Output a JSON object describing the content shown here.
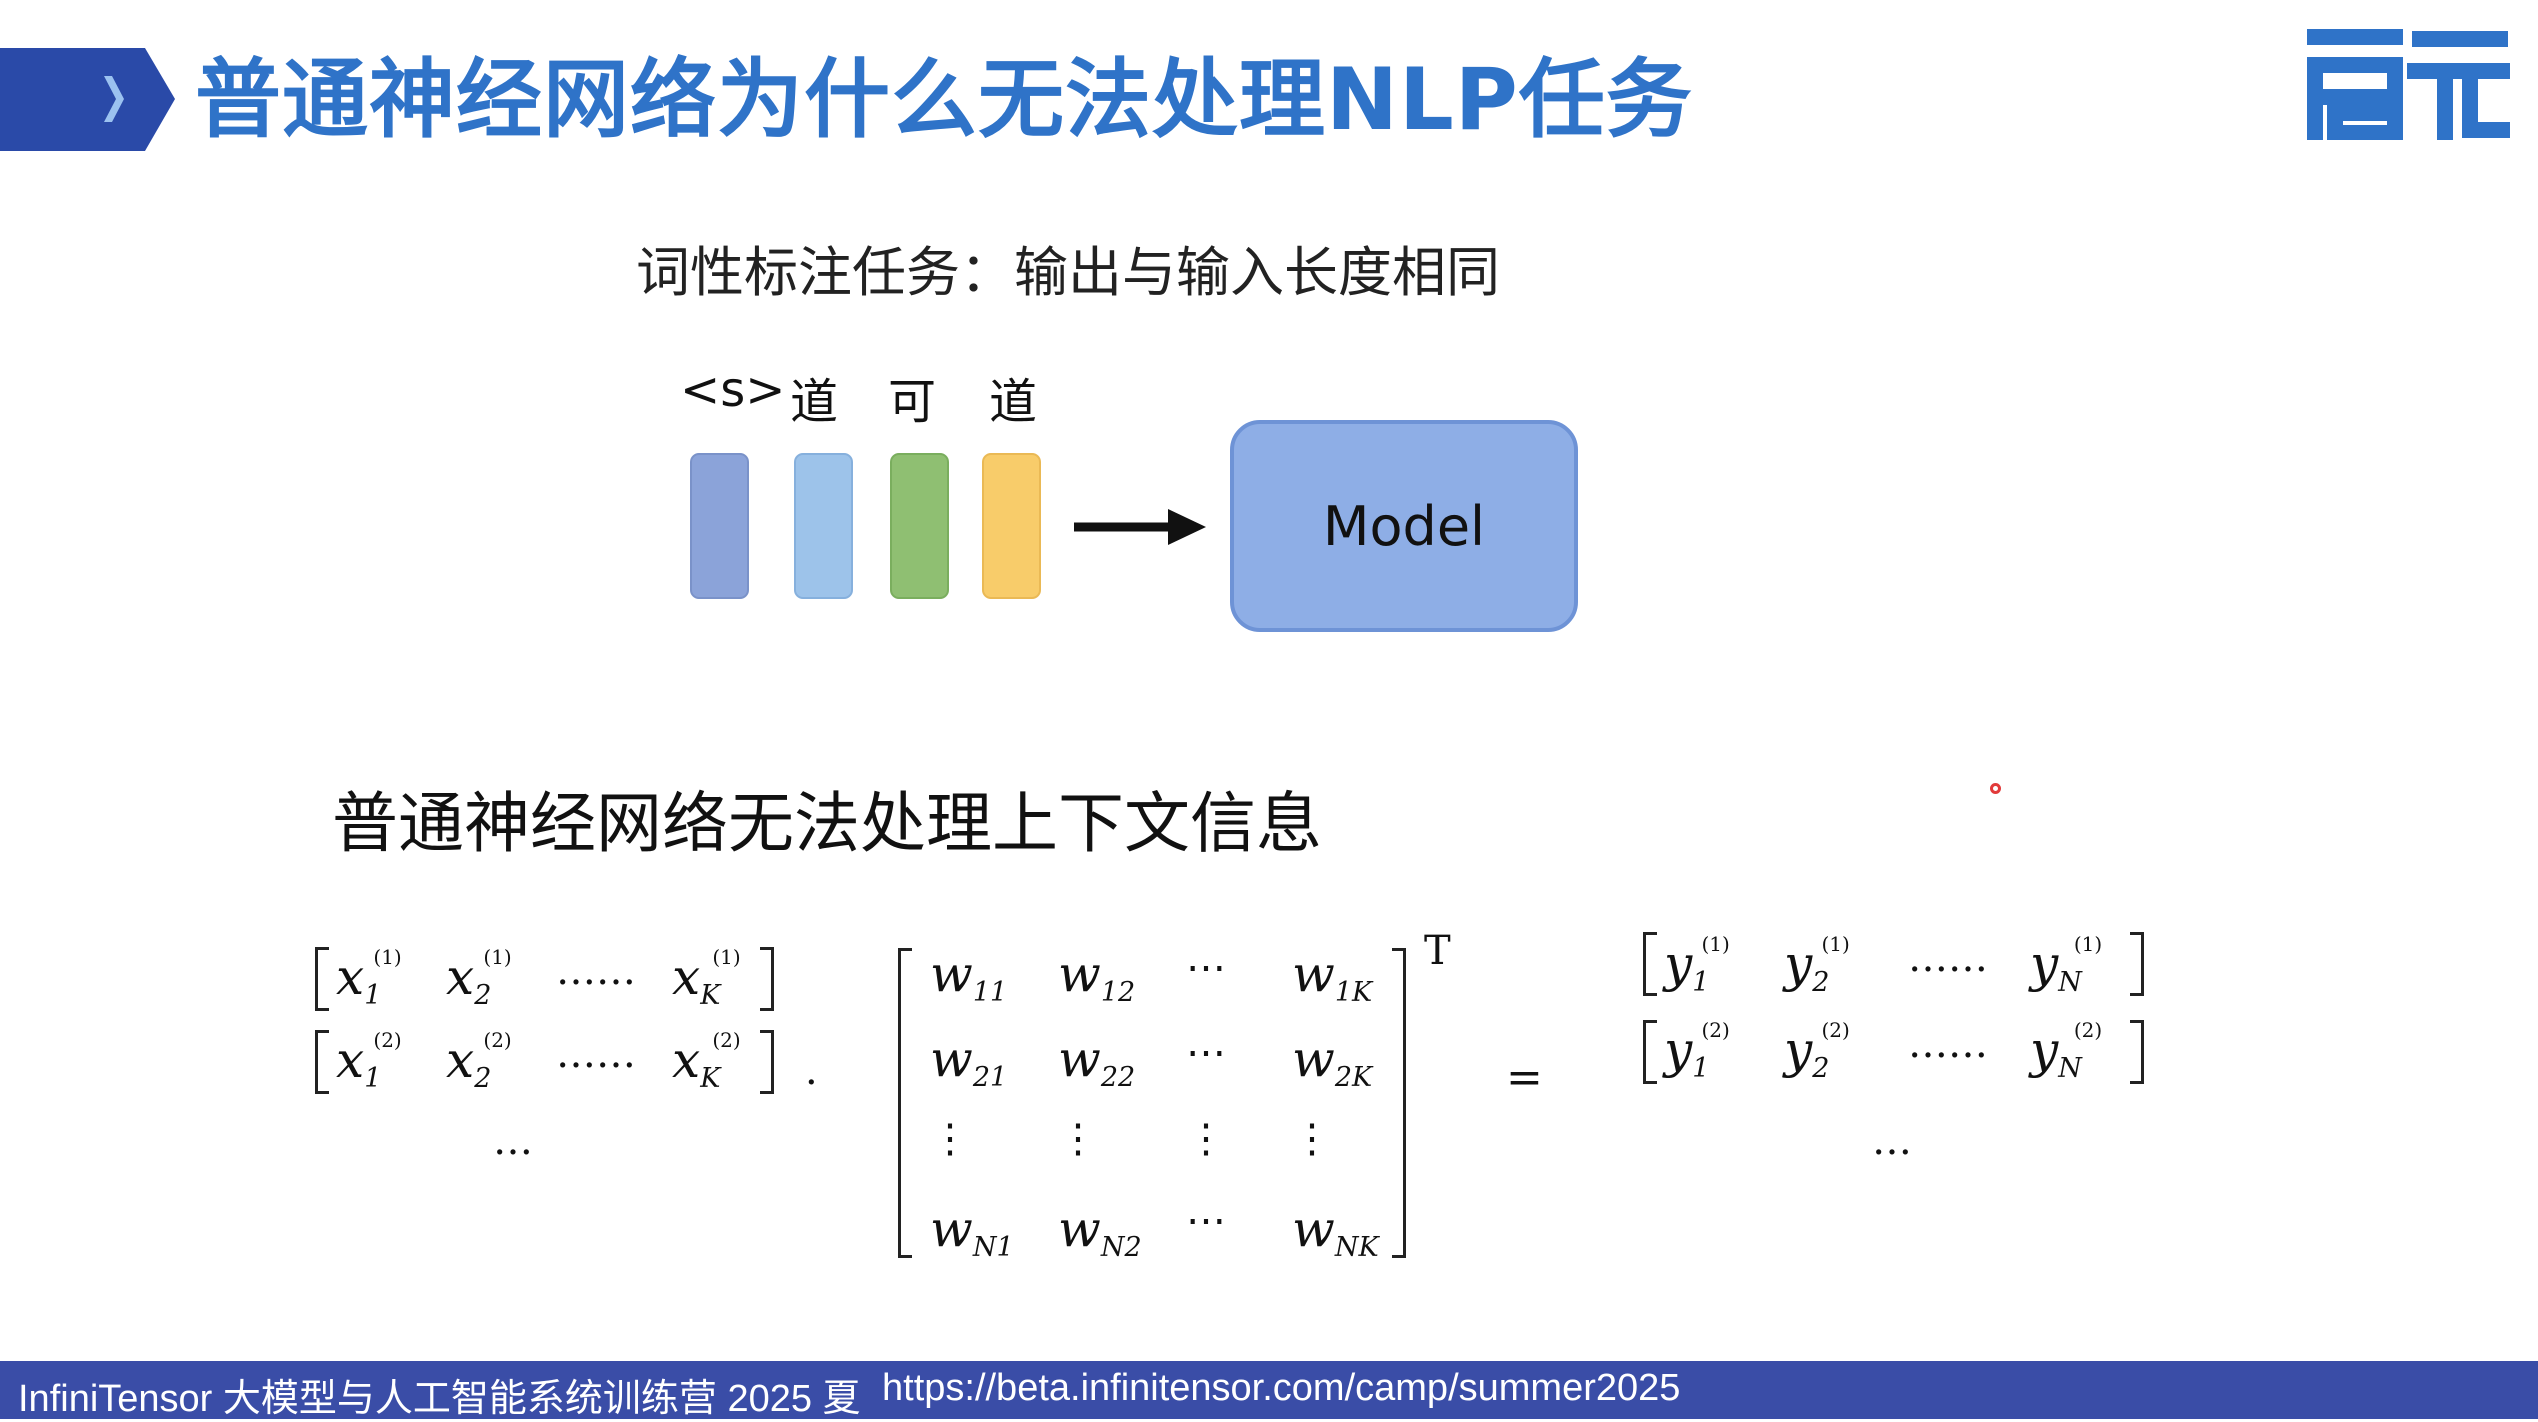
{
  "header": {
    "title": "普通神经网络为什么无法处理NLP任务",
    "logo_text": "启元",
    "accent_color": "#2f73c8"
  },
  "task": {
    "subtitle": "词性标注任务：输出与输入长度相同",
    "tokens": [
      "<s>",
      "道",
      "可",
      "道"
    ],
    "token_colors": [
      "#8ba3d9",
      "#9dc3ea",
      "#8fbf72",
      "#f8cc6a"
    ],
    "model_label": "Model"
  },
  "section": {
    "heading": "普通神经网络无法处理上下文信息"
  },
  "equation": {
    "dot": "·",
    "equals": "=",
    "transpose": "T",
    "ellipsis_row": "…",
    "ellipsis_wide": "……",
    "cdots": "⋯",
    "vdots": "⋮"
  },
  "footer": {
    "camp": "InfiniTensor 大模型与人工智能系统训练营 2025 夏",
    "url": "https://beta.infinitensor.com/camp/summer2025",
    "bar_color": "#3a4da7"
  }
}
